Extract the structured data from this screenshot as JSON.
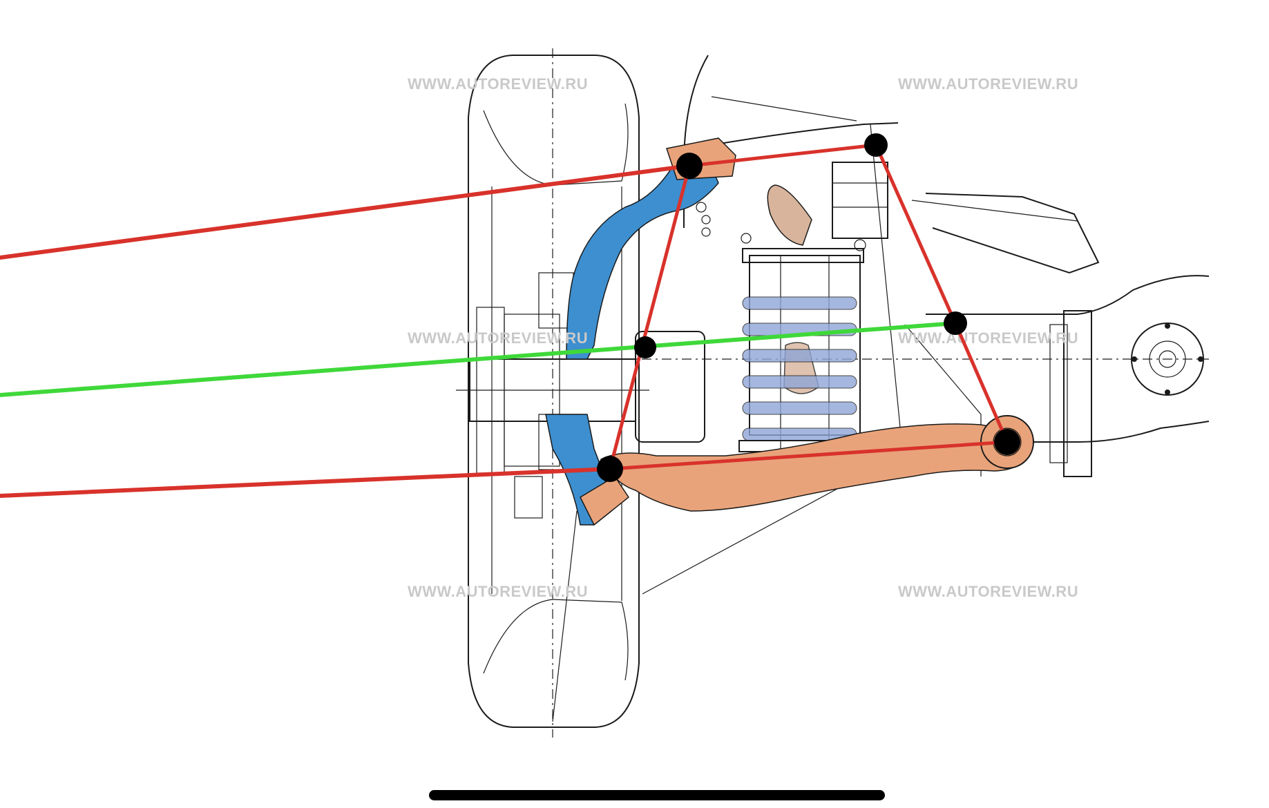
{
  "watermarks": {
    "top_left": "WWW.AUTOREVIEW.RU",
    "top_right": "WWW.AUTOREVIEW.RU",
    "middle_left": "WWW.AUTOREVIEW.RU",
    "middle_right": "WWW.AUTOREVIEW.RU",
    "bottom_left": "WWW.AUTOREVIEW.RU",
    "bottom_right": "WWW.AUTOREVIEW.RU"
  },
  "colors": {
    "construction_line": "#d8322b",
    "roll_axis_line": "#3fd83a",
    "pivot_point": "#000000",
    "upper_arm": "#3d8fcf",
    "lower_arm": "#e9a37a",
    "spring": "#8fa6d8",
    "home_indicator": "#000000"
  },
  "icons": {
    "home_indicator": "home-indicator-bar"
  }
}
